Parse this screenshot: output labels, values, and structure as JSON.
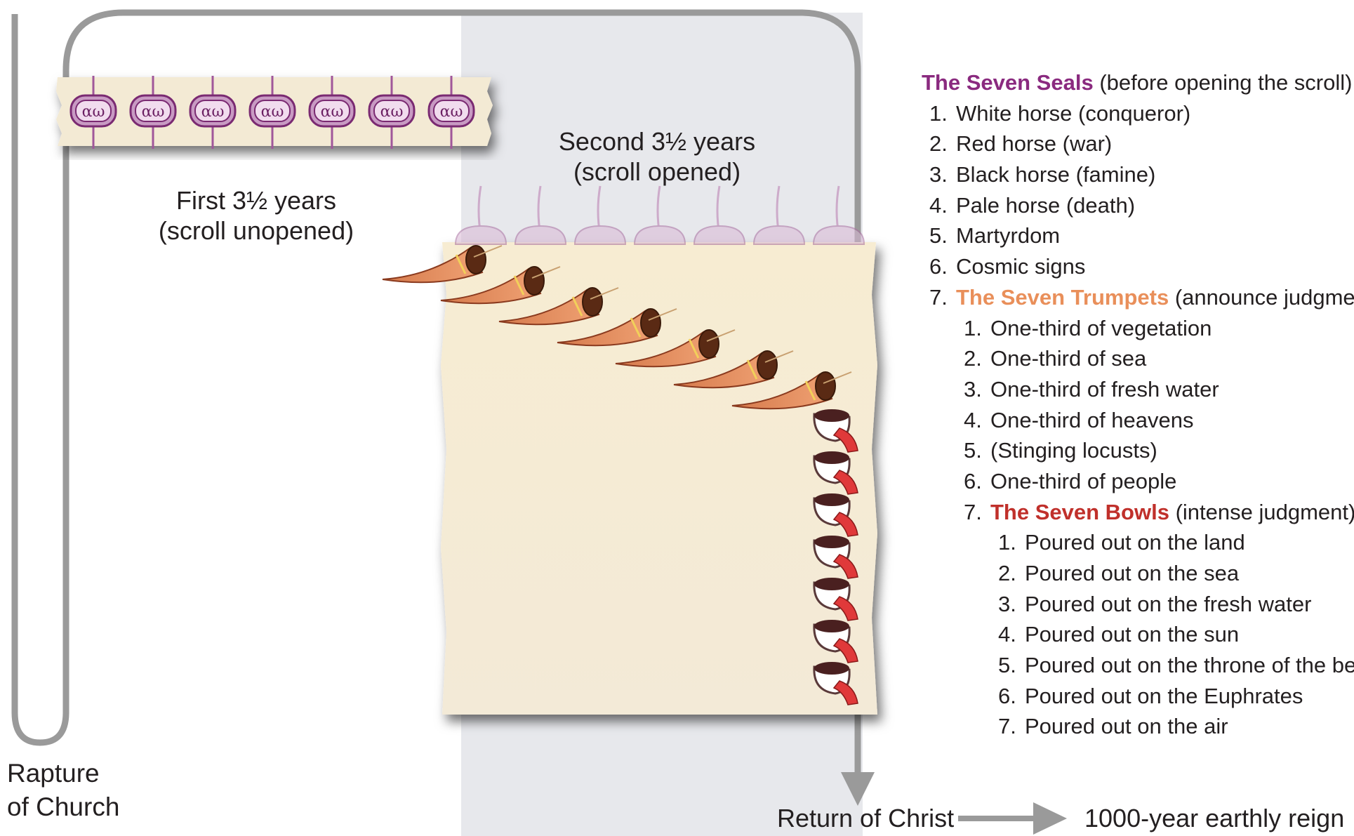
{
  "labels": {
    "first_period": "First 3½ years",
    "first_period_sub": "(scroll unopened)",
    "second_period": "Second 3½ years",
    "second_period_sub": "(scroll opened)",
    "rapture_line1": "Rapture",
    "rapture_line2": "of Church",
    "return": "Return of Christ",
    "reign": "1000-year earthly reign"
  },
  "seal_glyph": "αω",
  "colors": {
    "seals_title": "#8a2a7f",
    "trumpets_title": "#e98f5a",
    "bowls_title": "#c0302b",
    "timeline": "#9a9a9a",
    "shaded_period": "#e7e8ec",
    "scroll": "#f3ead4"
  },
  "seals": {
    "title": "The Seven Seals",
    "note": "(before opening the scroll)",
    "items": [
      {
        "n": "1.",
        "text": "White horse (conqueror)"
      },
      {
        "n": "2.",
        "text": "Red horse (war)"
      },
      {
        "n": "3.",
        "text": "Black horse (famine)"
      },
      {
        "n": "4.",
        "text": "Pale horse (death)"
      },
      {
        "n": "5.",
        "text": "Martyrdom"
      },
      {
        "n": "6.",
        "text": "Cosmic signs"
      }
    ],
    "seventh_n": "7."
  },
  "trumpets": {
    "title": "The Seven Trumpets",
    "note": "(announce judgment)",
    "items": [
      {
        "n": "1.",
        "text": "One-third of vegetation"
      },
      {
        "n": "2.",
        "text": "One-third of sea"
      },
      {
        "n": "3.",
        "text": "One-third of fresh water"
      },
      {
        "n": "4.",
        "text": "One-third of heavens"
      },
      {
        "n": "5.",
        "text": "(Stinging locusts)"
      },
      {
        "n": "6.",
        "text": "One-third of people"
      }
    ],
    "seventh_n": "7."
  },
  "bowls": {
    "title": "The Seven Bowls",
    "note": "(intense judgment)",
    "items": [
      {
        "n": "1.",
        "text": "Poured out on the land"
      },
      {
        "n": "2.",
        "text": "Poured out on the sea"
      },
      {
        "n": "3.",
        "text": "Poured out on the fresh water"
      },
      {
        "n": "4.",
        "text": "Poured out on the sun"
      },
      {
        "n": "5.",
        "text": "Poured out on the throne of the beast"
      },
      {
        "n": "6.",
        "text": "Poured out on the Euphrates"
      },
      {
        "n": "7.",
        "text": "Poured out on the air"
      }
    ]
  }
}
